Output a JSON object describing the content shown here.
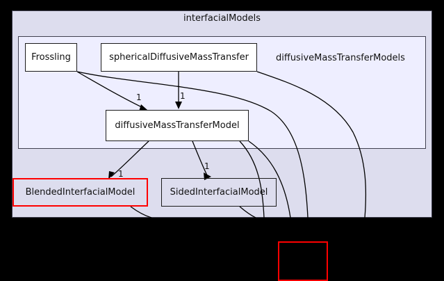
{
  "graph": {
    "type": "directory-dependency-graph",
    "background_color": "#000000",
    "clusters": [
      {
        "id": "interfacialModels",
        "label": "interfacialModels",
        "fill_color": "#ddddee",
        "border_color": "#404050"
      },
      {
        "id": "diffusiveMassTransferModels",
        "label": "diffusiveMassTransferModels",
        "fill_color": "#eeeeff",
        "border_color": "#404050"
      }
    ],
    "nodes": [
      {
        "id": "frossling",
        "label": "Frossling",
        "style": "white",
        "fill_color": "#ffffff",
        "border_color": "#1a1a1a"
      },
      {
        "id": "sphericalDiffusiveMassTransfer",
        "label": "sphericalDiffusiveMassTransfer",
        "style": "white",
        "fill_color": "#ffffff",
        "border_color": "#1a1a1a"
      },
      {
        "id": "diffusiveMassTransferModel",
        "label": "diffusiveMassTransferModel",
        "style": "white",
        "fill_color": "#ffffff",
        "border_color": "#1a1a1a"
      },
      {
        "id": "BlendedInterfacialModel",
        "label": "BlendedInterfacialModel",
        "style": "redborder",
        "fill_color": "transparent",
        "border_color": "#ff0000"
      },
      {
        "id": "SidedInterfacialModel",
        "label": "SidedInterfacialModel",
        "style": "plain",
        "fill_color": "transparent",
        "border_color": "#1a1a1a"
      },
      {
        "id": "clipped-node",
        "label": "",
        "style": "redborder",
        "fill_color": "transparent",
        "border_color": "#ff0000"
      }
    ],
    "edge_labels": [
      {
        "id": "e1",
        "text": "1"
      },
      {
        "id": "e2",
        "text": "1"
      },
      {
        "id": "e3",
        "text": "1"
      },
      {
        "id": "e4",
        "text": "1"
      }
    ]
  }
}
